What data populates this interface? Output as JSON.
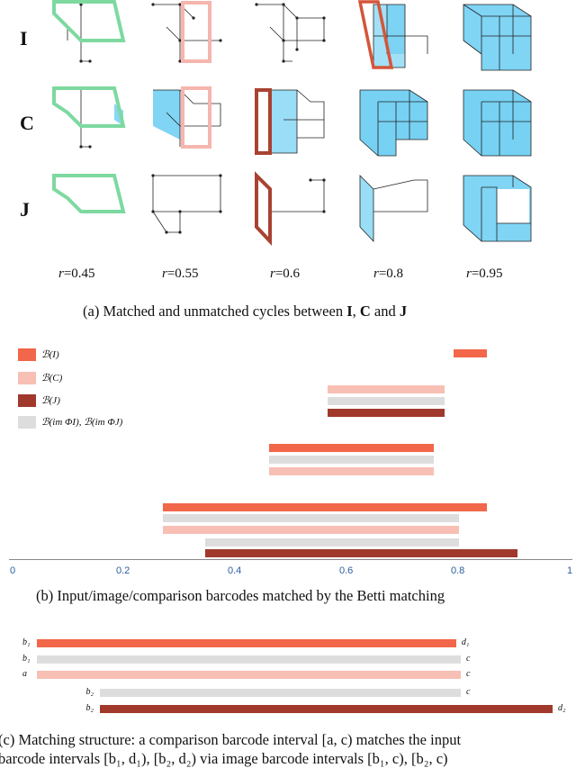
{
  "panel_a": {
    "row_labels": [
      "I",
      "C",
      "J"
    ],
    "radius_labels": [
      {
        "prefix": "r",
        "value": "=0.45"
      },
      {
        "prefix": "r",
        "value": "=0.55"
      },
      {
        "prefix": "r",
        "value": "=0.6"
      },
      {
        "prefix": "r",
        "value": "=0.8"
      },
      {
        "prefix": "r",
        "value": "=0.95"
      }
    ],
    "caption": {
      "prefix": "(a) Matched and unmatched cycles between ",
      "I": "I",
      "sep1": ", ",
      "C": "C",
      "and": " and ",
      "J": "J"
    },
    "colors": {
      "green": "#7dd9a0",
      "pink": "#f6b5ad",
      "brown": "#a94231",
      "cube": "#55c6f0"
    }
  },
  "chart_data": {
    "type": "bar",
    "subtype": "barcode",
    "legend": [
      {
        "label": "ℬ(I)",
        "color": "#f26649"
      },
      {
        "label": "ℬ(C)",
        "color": "#f8bfb5"
      },
      {
        "label": "ℬ(J)",
        "color": "#a0392b"
      },
      {
        "label": "ℬ(im ΦI), ℬ(im ΦJ)",
        "color": "#dddddd"
      }
    ],
    "intervals": [
      {
        "series": "B(I)",
        "start": 0.79,
        "end": 0.85
      },
      {
        "series": "B(C)",
        "start": 0.565,
        "end": 0.775
      },
      {
        "series": "image",
        "start": 0.565,
        "end": 0.775
      },
      {
        "series": "B(J)",
        "start": 0.565,
        "end": 0.775
      },
      {
        "series": "B(I)",
        "start": 0.46,
        "end": 0.755
      },
      {
        "series": "image",
        "start": 0.46,
        "end": 0.755
      },
      {
        "series": "B(C)",
        "start": 0.46,
        "end": 0.755
      },
      {
        "series": "B(I)",
        "start": 0.27,
        "end": 0.85
      },
      {
        "series": "image",
        "start": 0.27,
        "end": 0.8
      },
      {
        "series": "B(C)",
        "start": 0.27,
        "end": 0.8
      },
      {
        "series": "image",
        "start": 0.345,
        "end": 0.8
      },
      {
        "series": "B(J)",
        "start": 0.345,
        "end": 0.905
      }
    ],
    "x_ticks": [
      "0",
      "0.2",
      "0.4",
      "0.6",
      "0.8",
      "1"
    ],
    "xlim": [
      0,
      1
    ],
    "caption": "(b) Input/image/comparison barcodes matched by the Betti matching"
  },
  "panel_c": {
    "rows": [
      {
        "left": "b₁",
        "right": "d₁",
        "start": 0.0,
        "end": 0.813,
        "color": "#f26649"
      },
      {
        "left": "b₁",
        "right": "c",
        "start": 0.0,
        "end": 0.822,
        "color": "#dddddd"
      },
      {
        "left": "a",
        "right": "c",
        "start": 0.0,
        "end": 0.822,
        "color": "#f8bfb5"
      },
      {
        "left": "b₂",
        "right": "c",
        "start": 0.123,
        "end": 0.822,
        "color": "#dddddd"
      },
      {
        "left": "b₂",
        "right": "d₂",
        "start": 0.123,
        "end": 1.0,
        "color": "#a0392b"
      }
    ],
    "caption_line1": "(c) Matching structure: a comparison barcode interval [a, c) matches the input",
    "caption_line2": "barcode intervals [b₁, d₁), [b₂, d₂) via image barcode intervals [b₁, c), [b₂, c)"
  }
}
